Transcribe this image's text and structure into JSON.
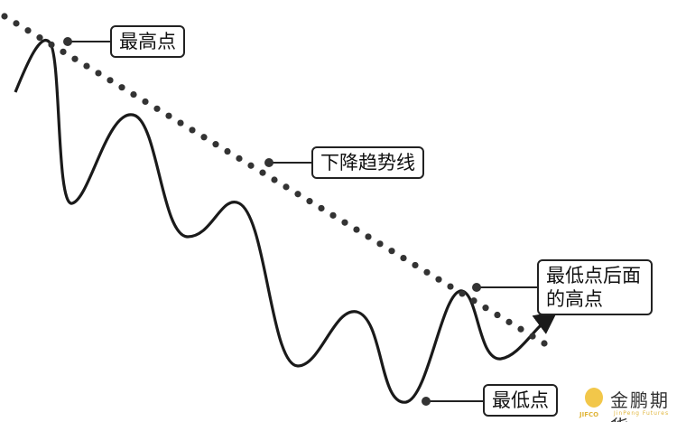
{
  "labels": {
    "highest": "最高点",
    "trendline": "下降趋势线",
    "high_after_low": "最低点后面的高点",
    "lowest": "最低点"
  },
  "logo": {
    "chinese": "金鹏期货",
    "abbr": "JIFCO",
    "english": "JinPeng Futures"
  },
  "colors": {
    "line": "#1a1a1a",
    "dots": "#333333",
    "logo": "#f2c74a"
  }
}
